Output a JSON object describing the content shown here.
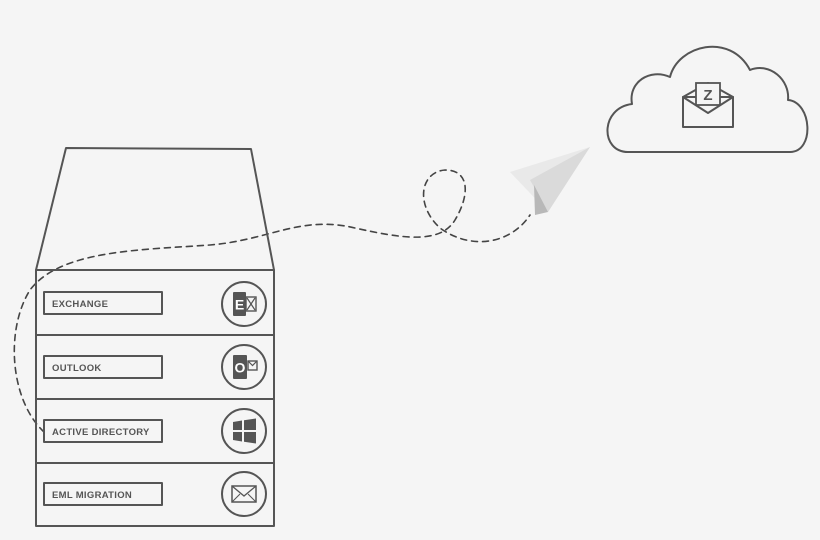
{
  "server": {
    "rows": [
      {
        "label": "EXCHANGE",
        "icon": "exchange-icon",
        "glyph": "E"
      },
      {
        "label": "OUTLOOK",
        "icon": "outlook-icon",
        "glyph": "O"
      },
      {
        "label": "ACTIVE DIRECTORY",
        "icon": "windows-icon",
        "glyph": ""
      },
      {
        "label": "EML MIGRATION",
        "icon": "envelope-icon",
        "glyph": ""
      }
    ]
  },
  "cloud": {
    "icon": "cloud-icon",
    "envelope_icon": "open-envelope-icon",
    "letter": "Z"
  },
  "plane": {
    "icon": "paper-plane-icon"
  },
  "colors": {
    "stroke": "#555555",
    "background": "#f5f5f5",
    "plane_light": "#e6e6e6",
    "plane_dark": "#bdbdbd"
  }
}
